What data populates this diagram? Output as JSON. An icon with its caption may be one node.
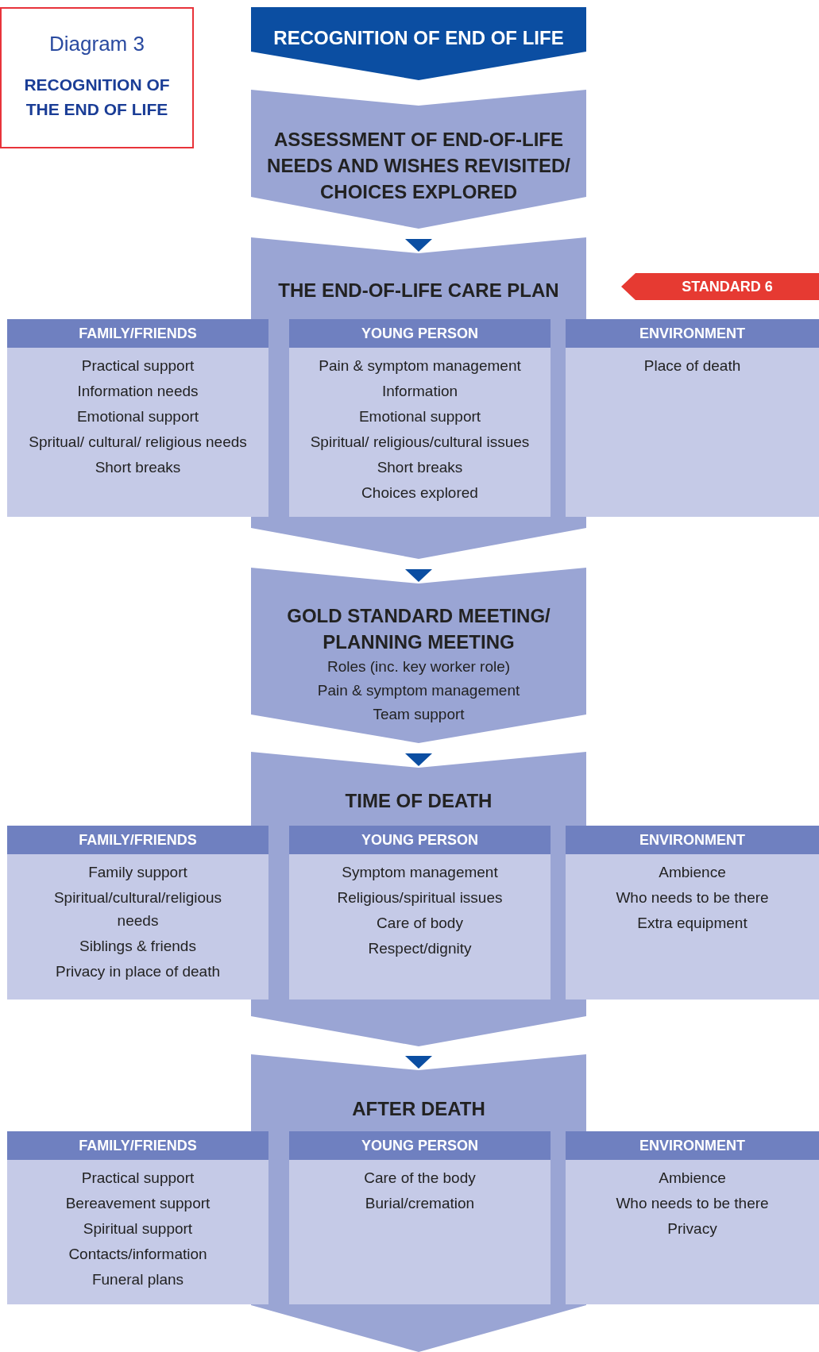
{
  "diagram": {
    "nodes": [
      {
        "text": [
          "Diagram 3",
          "RECOGNITION OF THE END OF LIFE"
        ]
      },
      {
        "text": [
          "RECOGNITION OF END OF LIFE"
        ]
      },
      {
        "text": [
          "ASSESSMENT OF END-OF-LIFE NEEDS AND WISHES REVISITED/ CHOICES EXPLORED"
        ]
      },
      {
        "text": [
          "THE END-OF-LIFE CARE PLAN"
        ]
      },
      {
        "text": [
          "STANDARD 6"
        ]
      },
      {
        "text": [
          "FAMILY/FRIENDS",
          "Practical support",
          "Information needs",
          "Emotional support",
          "Spritual/ cultural/ religious needs",
          "Short breaks"
        ]
      },
      {
        "text": [
          "YOUNG PERSON",
          "Pain & symptom management",
          "Information",
          "Emotional support",
          "Spiritual/ religious/cultural issues",
          "Short breaks",
          "Choices explored"
        ],
        "in": 3
      },
      {
        "text": [
          "ENVIRONMENT",
          "Place of death"
        ]
      },
      {
        "text": [
          "GOLD STANDARD MEETING/ PLANNING MEETING",
          "Roles (inc. key worker role)",
          "Pain & symptom management",
          "Team support"
        ]
      },
      {
        "text": [
          "TIME OF DEATH"
        ]
      },
      {
        "text": [
          "FAMILY/FRIENDS",
          "Family support",
          "Spiritual/cultural/religious needs",
          "Siblings & friends",
          "Privacy in place of death"
        ]
      },
      {
        "text": [
          "YOUNG PERSON",
          "Symptom management",
          "Religious/spiritual issues",
          "Care of body",
          "Respect/dignity"
        ],
        "in": 9
      },
      {
        "text": [
          "ENVIRONMENT",
          "Ambience",
          "Who needs to be there",
          "Extra equipment"
        ]
      },
      {
        "text": [
          "AFTER DEATH"
        ]
      },
      {
        "text": [
          "FAMILY/FRIENDS",
          "Practical support",
          "Bereavement support",
          "Spiritual support",
          "Contacts/information",
          "Funeral plans"
        ]
      },
      {
        "text": [
          "YOUNG PERSON",
          "Care of the body",
          "Burial/cremation"
        ],
        "in": 13
      },
      {
        "text": [
          "ENVIRONMENT",
          "Ambience",
          "Who needs to be there",
          "Privacy"
        ]
      }
    ],
    "edges": [
      {
        "from": 2,
        "to": 3,
        "arrow": "to"
      },
      {
        "from": 3,
        "to": 8,
        "arrow": "to"
      },
      {
        "from": 8,
        "to": 9,
        "arrow": "to"
      },
      {
        "from": 9,
        "to": 13,
        "arrow": "to"
      }
    ]
  }
}
